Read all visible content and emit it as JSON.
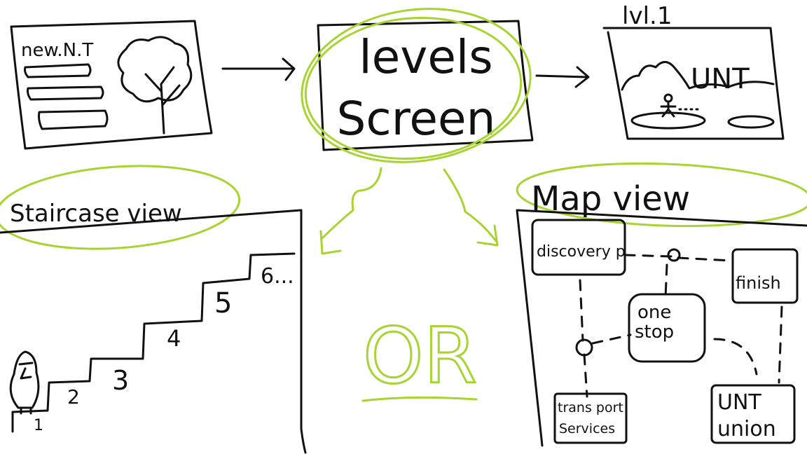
{
  "colors": {
    "ink": "#111111",
    "highlight": "#a7d431",
    "background": "#ffffff"
  },
  "news_card": {
    "title": "new.N.T"
  },
  "center": {
    "line1": "levels",
    "line2": "Screen"
  },
  "level_card": {
    "title": "lvl.1",
    "banner": "UNT"
  },
  "staircase": {
    "title": "Staircase view",
    "steps": [
      "1",
      "2",
      "3",
      "4",
      "5",
      "6..."
    ]
  },
  "or_label": "OR",
  "map": {
    "title": "Map view",
    "nodes": {
      "discovery": "discovery p",
      "finish": "finish",
      "onestop_1": "one",
      "onestop_2": "stop",
      "transport_1": "trans port",
      "transport_2": "Services",
      "union_1": "UNT",
      "union_2": "union"
    }
  },
  "icons": [
    "tree-icon",
    "penguin-icon",
    "stick-figure-icon",
    "cloud-icon",
    "arrow-icon"
  ]
}
